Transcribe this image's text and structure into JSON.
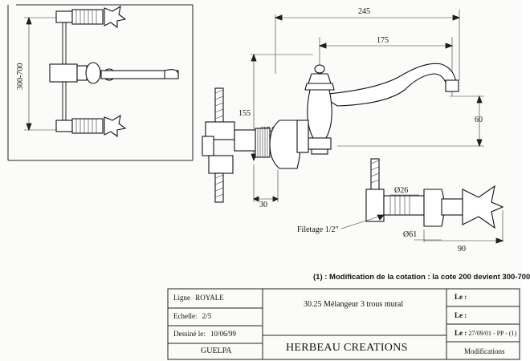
{
  "dimensions": {
    "width_245": "245",
    "width_175": "175",
    "height_155": "155",
    "height_60": "60",
    "diam_74": "Ø74",
    "depth_30": "30",
    "diam_26": "Ø26",
    "diam_61": "Ø61",
    "depth_90": "90",
    "vertical_300_700": "300-700",
    "thread": "Filetage 1/2\""
  },
  "note": "(1) : Modification de la cotation : la cote 200 devient 300-700",
  "title_block": {
    "ligne_label": "Ligne",
    "ligne_value": "ROYALE",
    "echelle_label": "Echelle:",
    "echelle_value": "2/5",
    "dessine_label": "Dessiné le:",
    "dessine_value": "10/06/99",
    "author": "GUELPA",
    "product": "30.25 Mélangeur 3 trous mural",
    "company": "HERBEAU CREATIONS",
    "le_1": "Le :",
    "le_2": "Le :",
    "le_3_label": "Le :",
    "le_3_value": "27/09/01 - PP - (1)",
    "modifications": "Modifications"
  }
}
